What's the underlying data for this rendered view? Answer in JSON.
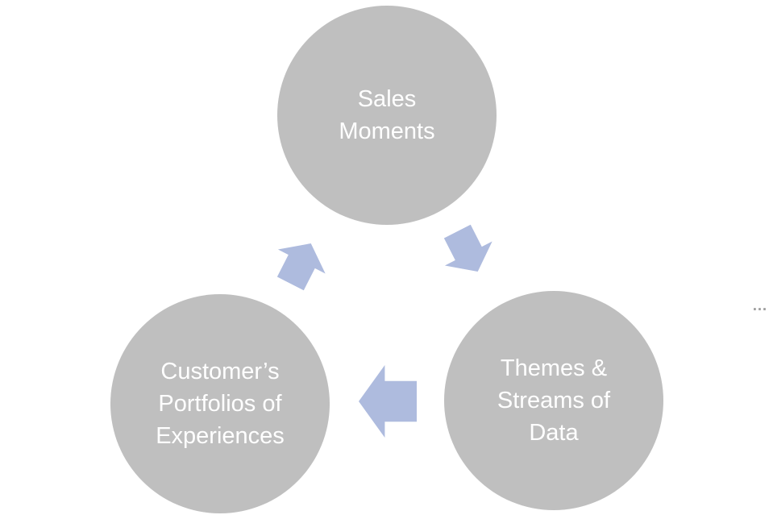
{
  "diagram": {
    "type": "cycle",
    "background_color": "#ffffff",
    "node_fill_color": "#bfbfbf",
    "node_text_color": "#ffffff",
    "arrow_color": "#aebbde",
    "nodes": [
      {
        "id": "sales-moments",
        "label": "Sales\nMoments"
      },
      {
        "id": "themes-streams-data",
        "label": "Themes &\nStreams of\nData"
      },
      {
        "id": "customers-portfolios",
        "label": "Customer’s\nPortfolios of\nExperiences"
      }
    ],
    "arrows": [
      {
        "from": "sales-moments",
        "to": "themes-streams-data",
        "direction": "down-right"
      },
      {
        "from": "themes-streams-data",
        "to": "customers-portfolios",
        "direction": "left"
      },
      {
        "from": "customers-portfolios",
        "to": "sales-moments",
        "direction": "up-right"
      }
    ],
    "overflow_ellipsis": "…"
  }
}
